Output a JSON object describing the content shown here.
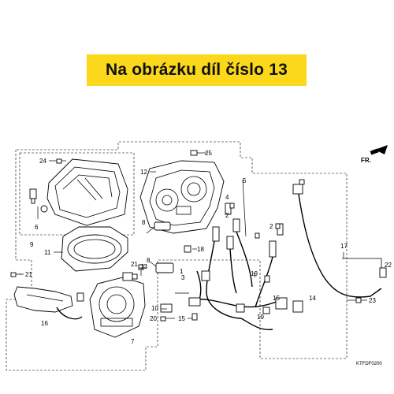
{
  "banner": {
    "text": "Na obrázku díl číslo 13",
    "color": "#fbd81b"
  },
  "diagram": {
    "code": "KTFDF0200",
    "fr_label": "FR.",
    "callouts": {
      "c1": "24",
      "c2": "25",
      "c3": "12",
      "c4": "5",
      "c5": "6",
      "c6": "9",
      "c7": "4",
      "c8": "2",
      "c9": "2",
      "c10": "17",
      "c11": "22",
      "c12": "8",
      "c13": "11",
      "c14": "18",
      "c15": "21",
      "c16": "13",
      "c17": "21",
      "c18": "8",
      "c19": "1",
      "c20": "3",
      "c21": "19",
      "c22": "15",
      "c23": "14",
      "c24": "23",
      "c25": "16",
      "c26": "7",
      "c27": "10",
      "c28": "20",
      "c29": "15",
      "c30": "19"
    }
  }
}
